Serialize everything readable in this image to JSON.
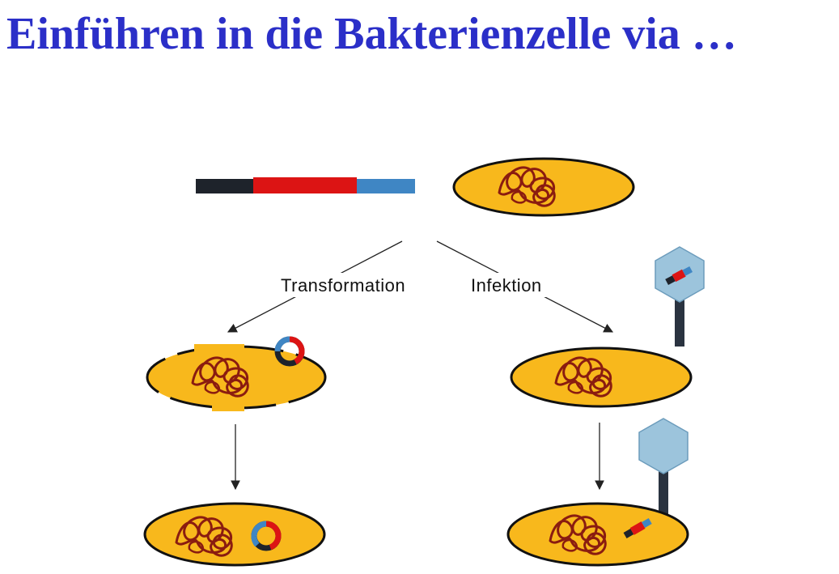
{
  "title": "Einführen in die Bakterienzelle via …",
  "labels": {
    "transformation": "Transformation",
    "infection": "Infektion"
  },
  "colors": {
    "title": "#2b2fc8",
    "cell_fill": "#f8b81c",
    "cell_outline": "#111111",
    "chromosome": "#8a1c10",
    "dna_black": "#1e232b",
    "dna_red": "#dc1414",
    "dna_blue": "#3f86c4",
    "phage_head": "#9cc4dc",
    "phage_tail": "#2a3340",
    "arrow": "#222222"
  },
  "icons": {
    "dna_fragment": "dna-fragment-icon",
    "bacterium": "bacterium-icon",
    "plasmid": "plasmid-icon",
    "bacteriophage": "bacteriophage-icon"
  }
}
